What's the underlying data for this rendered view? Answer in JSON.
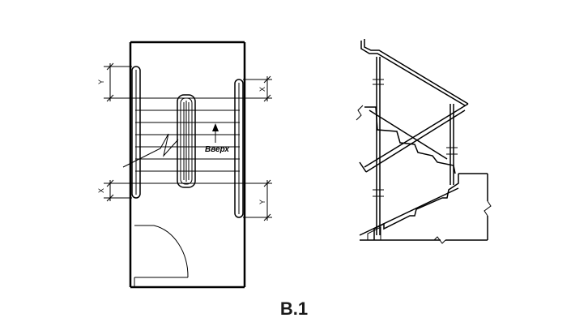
{
  "figure": {
    "caption": "B.1",
    "plan": {
      "direction_label": "Вверх",
      "dim_x_label": "X",
      "dim_y_label": "Y"
    }
  }
}
